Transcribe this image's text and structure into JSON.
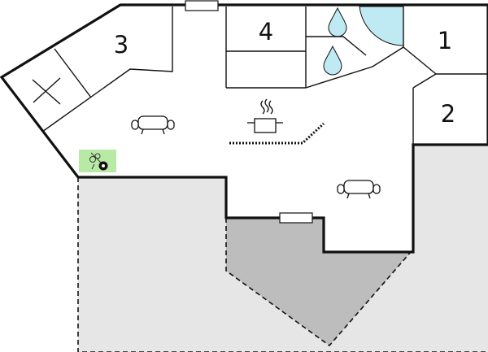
{
  "floor_plan": {
    "rooms": [
      {
        "label": "3"
      },
      {
        "label": "4"
      },
      {
        "label": "1"
      },
      {
        "label": "2"
      }
    ],
    "icons": [
      "sofa-icon",
      "sofa-icon",
      "cooking-pot-icon",
      "water-drop-icon",
      "water-drop-icon",
      "shower-tray",
      "fireplace-cross",
      "billiards-icon"
    ],
    "colors": {
      "wall": "#111111",
      "terrace": "#e6e6e6",
      "covered_terrace": "#bdbdbd",
      "water": "#bfeaf4",
      "highlight": "#b8eaa5"
    }
  }
}
